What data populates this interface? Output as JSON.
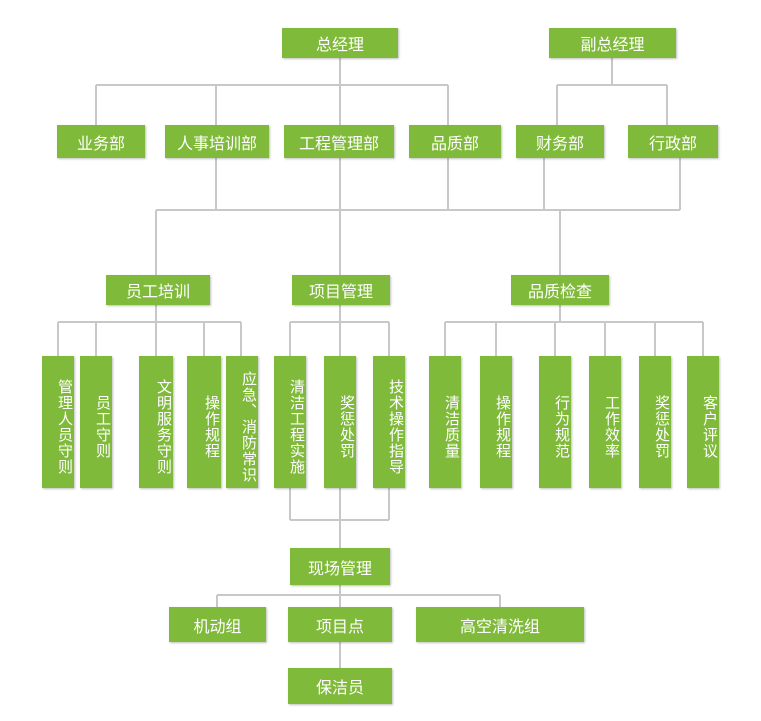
{
  "colors": {
    "box": "#7fba3a",
    "text": "#ffffff",
    "line": "#c8c8c8"
  },
  "top": {
    "general_manager": "总经理",
    "deputy_general_manager": "副总经理"
  },
  "departments": {
    "business": "业务部",
    "hr_training": "人事培训部",
    "engineering": "工程管理部",
    "quality": "品质部",
    "finance": "财务部",
    "admin": "行政部"
  },
  "functions": {
    "staff_training": "员工培训",
    "project_management": "项目管理",
    "quality_inspection": "品质检查"
  },
  "staff_training_items": [
    "管理人员守则",
    "员工守则",
    "文明服务守则",
    "操作规程",
    "应急、消防常识"
  ],
  "project_management_items": [
    "清洁工程实施",
    "奖惩处罚",
    "技术操作指导"
  ],
  "quality_inspection_items": [
    "清洁质量",
    "操作规程",
    "行为规范",
    "工作效率",
    "奖惩处罚",
    "客户评议"
  ],
  "site": {
    "site_management": "现场管理",
    "mobile_team": "机动组",
    "project_point": "项目点",
    "high_altitude_team": "高空清洗组",
    "cleaner": "保洁员"
  }
}
